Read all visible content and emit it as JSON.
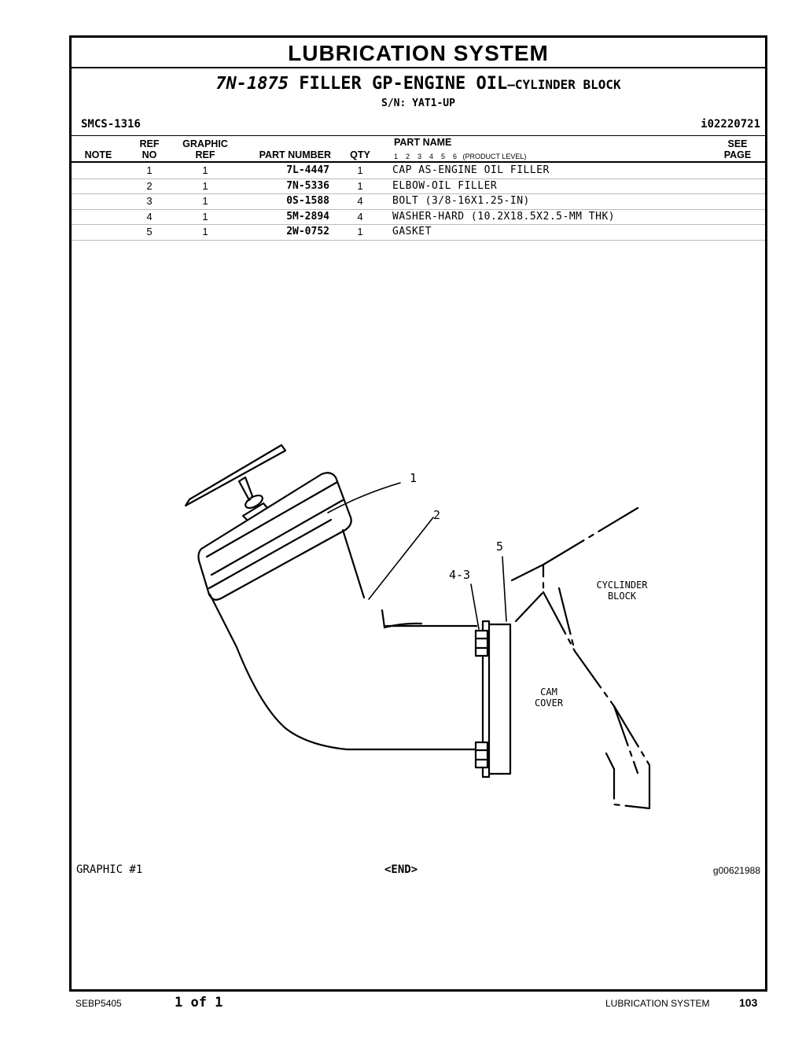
{
  "section_title": "LUBRICATION SYSTEM",
  "group": {
    "part_number": "7N-1875",
    "name": "FILLER GP-ENGINE OIL",
    "subtitle": "–CYLINDER BLOCK",
    "serial": "S/N: YAT1-UP"
  },
  "smcs": "SMCS-1316",
  "doc_id": "i02220721",
  "table": {
    "headers": {
      "note": "NOTE",
      "ref_no_1": "REF",
      "ref_no_2": "NO",
      "graphic_ref_1": "GRAPHIC",
      "graphic_ref_2": "REF",
      "part_number": "PART NUMBER",
      "qty": "QTY",
      "part_name": "PART NAME",
      "product_level": "1    2    3    4    5    6   (PRODUCT LEVEL)",
      "see_page_1": "SEE",
      "see_page_2": "PAGE"
    },
    "rows": [
      {
        "ref": "1",
        "graphic_ref": "1",
        "part_number": "7L-4447",
        "qty": "1",
        "name": "CAP AS-ENGINE OIL FILLER"
      },
      {
        "ref": "2",
        "graphic_ref": "1",
        "part_number": "7N-5336",
        "qty": "1",
        "name": "ELBOW-OIL FILLER"
      },
      {
        "ref": "3",
        "graphic_ref": "1",
        "part_number": "0S-1588",
        "qty": "4",
        "name": "BOLT (3/8-16X1.25-IN)"
      },
      {
        "ref": "4",
        "graphic_ref": "1",
        "part_number": "5M-2894",
        "qty": "4",
        "name": "WASHER-HARD (10.2X18.5X2.5-MM THK)"
      },
      {
        "ref": "5",
        "graphic_ref": "1",
        "part_number": "2W-0752",
        "qty": "1",
        "name": "GASKET"
      }
    ]
  },
  "illustration": {
    "callouts": [
      "1",
      "2",
      "5",
      "4-3"
    ],
    "label_block_1": "CYCLINDER",
    "label_block_2": "BLOCK",
    "label_cam_1": "CAM",
    "label_cam_2": "COVER"
  },
  "graphic_label": "GRAPHIC #1",
  "end_marker": "<END>",
  "graphic_id": "g00621988",
  "footer": {
    "doc": "SEBP5405",
    "page_of": "1 of 1",
    "section": "LUBRICATION SYSTEM",
    "page_number": "103"
  }
}
